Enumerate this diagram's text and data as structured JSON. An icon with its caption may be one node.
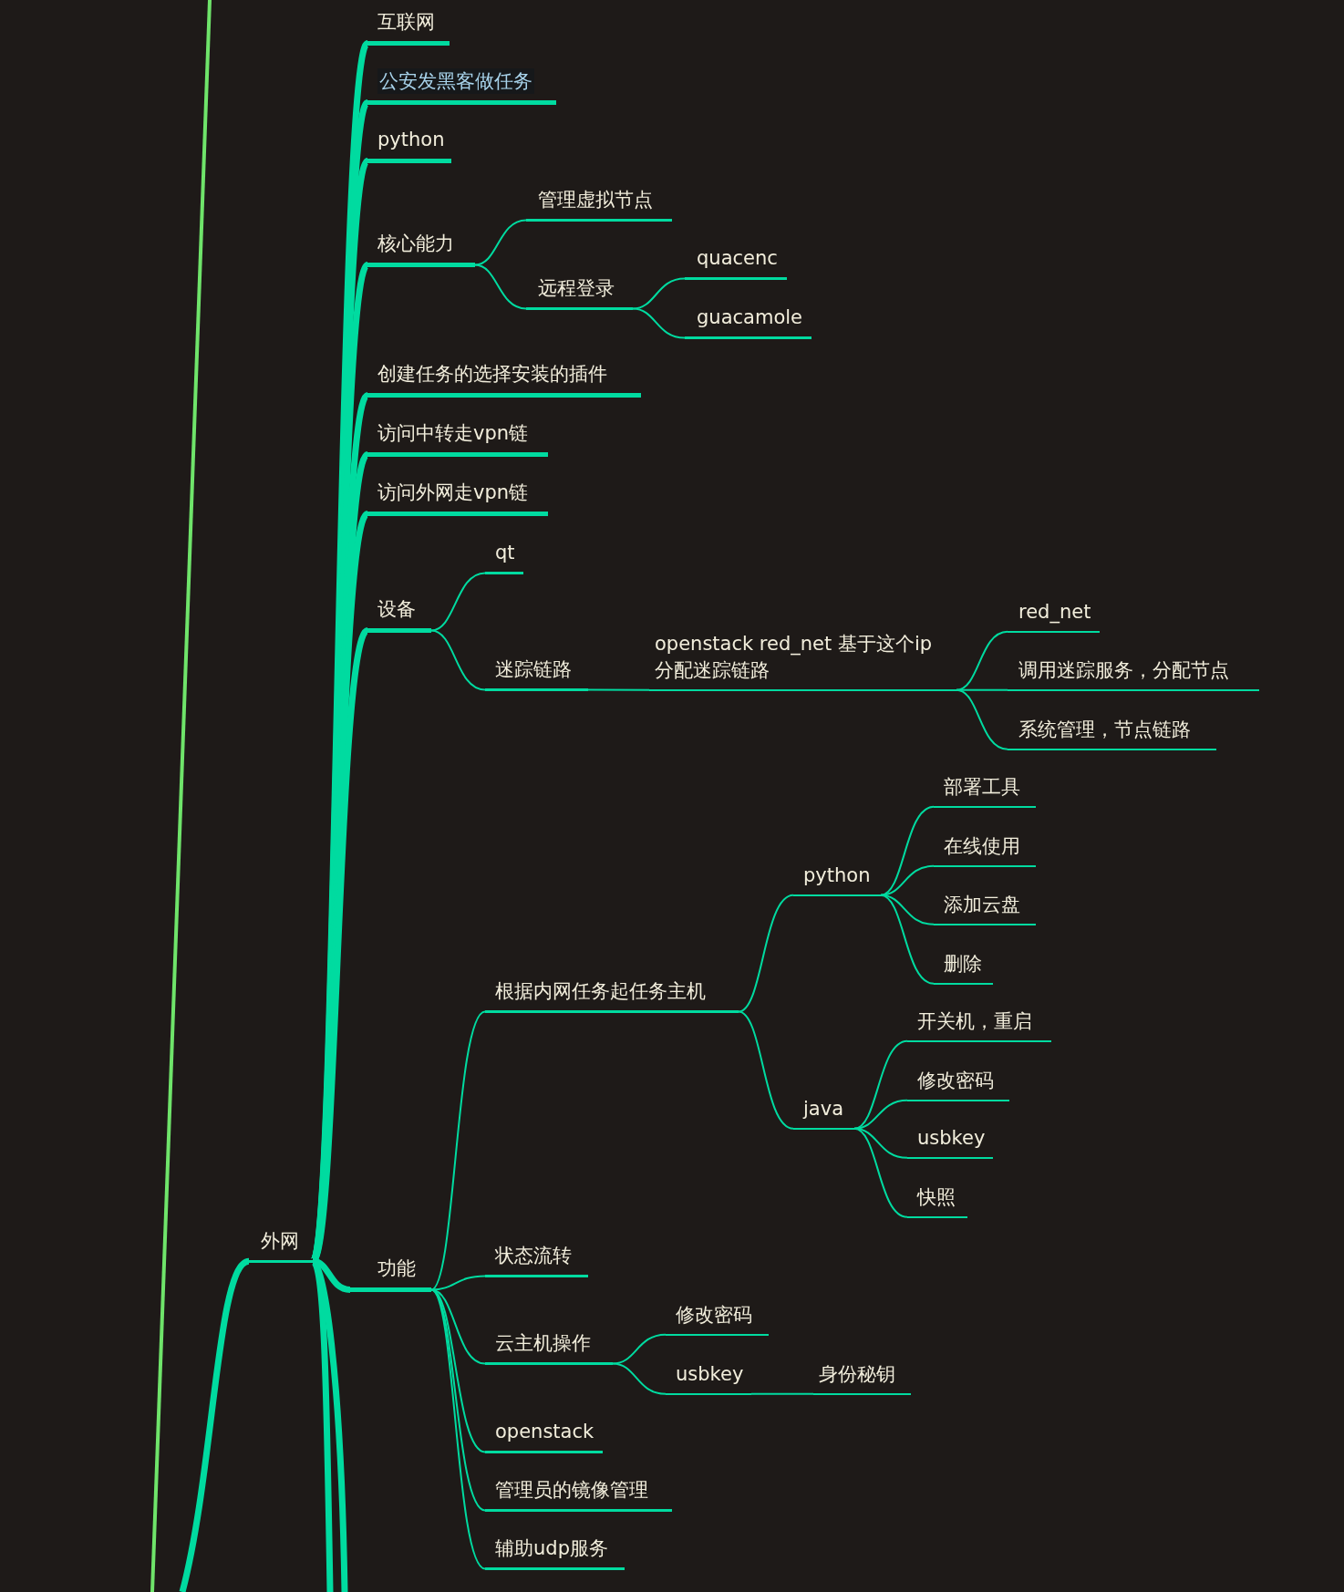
{
  "diagram": {
    "nodes": [
      {
        "text": [
          "外网"
        ]
      },
      {
        "text": [
          "互联网"
        ]
      },
      {
        "text": [
          "公安发黑客做任务"
        ]
      },
      {
        "text": [
          "python"
        ]
      },
      {
        "text": [
          "核心能力"
        ]
      },
      {
        "text": [
          "管理虚拟节点"
        ]
      },
      {
        "text": [
          "远程登录"
        ]
      },
      {
        "text": [
          "quacenc"
        ]
      },
      {
        "text": [
          "guacamole"
        ]
      },
      {
        "text": [
          "创建任务的选择安装的插件"
        ]
      },
      {
        "text": [
          "访问中转走vpn链"
        ]
      },
      {
        "text": [
          "访问外网走vpn链"
        ]
      },
      {
        "text": [
          "设备"
        ]
      },
      {
        "text": [
          "qt"
        ]
      },
      {
        "text": [
          "迷踪链路"
        ]
      },
      {
        "text": [
          "openstack red_net 基于这个ip 分配迷踪链路"
        ]
      },
      {
        "text": [
          "red_net"
        ]
      },
      {
        "text": [
          "调用迷踪服务，分配节点"
        ]
      },
      {
        "text": [
          "系统管理，节点链路"
        ]
      },
      {
        "text": [
          "功能"
        ]
      },
      {
        "text": [
          "根据内网任务起任务主机"
        ]
      },
      {
        "text": [
          "python"
        ]
      },
      {
        "text": [
          "部署工具"
        ]
      },
      {
        "text": [
          "在线使用"
        ]
      },
      {
        "text": [
          "添加云盘"
        ]
      },
      {
        "text": [
          "删除"
        ]
      },
      {
        "text": [
          "java"
        ]
      },
      {
        "text": [
          "开关机，重启"
        ]
      },
      {
        "text": [
          "修改密码"
        ]
      },
      {
        "text": [
          "usbkey"
        ]
      },
      {
        "text": [
          "快照"
        ]
      },
      {
        "text": [
          "状态流转"
        ]
      },
      {
        "text": [
          "云主机操作"
        ]
      },
      {
        "text": [
          "修改密码"
        ]
      },
      {
        "text": [
          "usbkey"
        ]
      },
      {
        "text": [
          "身份秘钥"
        ]
      },
      {
        "text": [
          "openstack"
        ]
      },
      {
        "text": [
          "管理员的镜像管理"
        ]
      },
      {
        "text": [
          "辅助udp服务"
        ]
      }
    ],
    "edges": [
      {
        "from": null,
        "to": 0,
        "arrow": "none",
        "style": "thick"
      },
      {
        "from": 0,
        "to": 1,
        "arrow": "none",
        "style": "thick"
      },
      {
        "from": 0,
        "to": 2,
        "arrow": "none",
        "style": "thick"
      },
      {
        "from": 0,
        "to": 3,
        "arrow": "none",
        "style": "thick"
      },
      {
        "from": 0,
        "to": 4,
        "arrow": "none",
        "style": "thick"
      },
      {
        "from": 0,
        "to": 9,
        "arrow": "none",
        "style": "thick"
      },
      {
        "from": 0,
        "to": 10,
        "arrow": "none",
        "style": "thick"
      },
      {
        "from": 0,
        "to": 11,
        "arrow": "none",
        "style": "thick"
      },
      {
        "from": 0,
        "to": 12,
        "arrow": "none",
        "style": "thick"
      },
      {
        "from": 0,
        "to": 19,
        "arrow": "none",
        "style": "thick"
      },
      {
        "from": 0,
        "to": null,
        "arrow": "none",
        "style": "thick"
      },
      {
        "from": 0,
        "to": null,
        "arrow": "none",
        "style": "thick"
      },
      {
        "from": 4,
        "to": 5,
        "arrow": "none"
      },
      {
        "from": 4,
        "to": 6,
        "arrow": "none"
      },
      {
        "from": 6,
        "to": 7,
        "arrow": "none"
      },
      {
        "from": 6,
        "to": 8,
        "arrow": "none"
      },
      {
        "from": 12,
        "to": 13,
        "arrow": "none"
      },
      {
        "from": 12,
        "to": 14,
        "arrow": "none"
      },
      {
        "from": 14,
        "to": 15,
        "arrow": "none"
      },
      {
        "from": 15,
        "to": 16,
        "arrow": "none"
      },
      {
        "from": 15,
        "to": 17,
        "arrow": "none"
      },
      {
        "from": 15,
        "to": 18,
        "arrow": "none"
      },
      {
        "from": 19,
        "to": 20,
        "arrow": "none"
      },
      {
        "from": 20,
        "to": 21,
        "arrow": "none"
      },
      {
        "from": 21,
        "to": 22,
        "arrow": "none"
      },
      {
        "from": 21,
        "to": 23,
        "arrow": "none"
      },
      {
        "from": 21,
        "to": 24,
        "arrow": "none"
      },
      {
        "from": 21,
        "to": 25,
        "arrow": "none"
      },
      {
        "from": 20,
        "to": 26,
        "arrow": "none"
      },
      {
        "from": 26,
        "to": 27,
        "arrow": "none"
      },
      {
        "from": 26,
        "to": 28,
        "arrow": "none"
      },
      {
        "from": 26,
        "to": 29,
        "arrow": "none"
      },
      {
        "from": 26,
        "to": 30,
        "arrow": "none"
      },
      {
        "from": 19,
        "to": 31,
        "arrow": "none"
      },
      {
        "from": 19,
        "to": 32,
        "arrow": "none"
      },
      {
        "from": 32,
        "to": 33,
        "arrow": "none"
      },
      {
        "from": 32,
        "to": 34,
        "arrow": "none"
      },
      {
        "from": 34,
        "to": 35,
        "arrow": "none"
      },
      {
        "from": 19,
        "to": 36,
        "arrow": "none"
      },
      {
        "from": 19,
        "to": 37,
        "arrow": "none"
      },
      {
        "from": 19,
        "to": 38,
        "arrow": "none"
      }
    ]
  }
}
